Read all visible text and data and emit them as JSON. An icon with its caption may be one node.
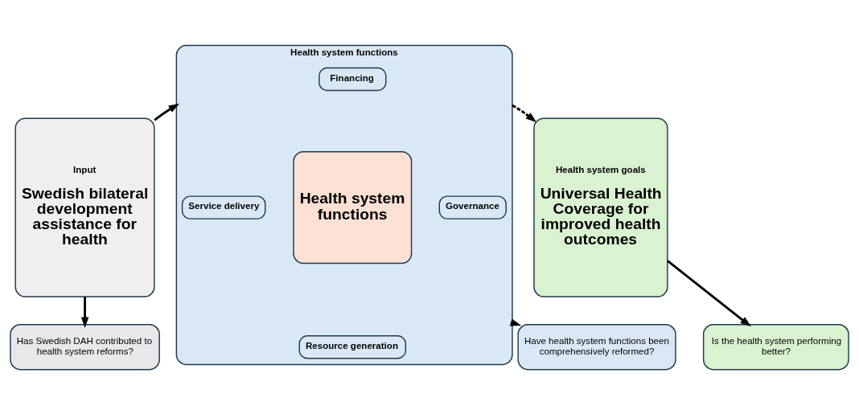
{
  "diagram": {
    "nodes": [
      {
        "text": [
          "Input",
          "Swedish bilateral development assistance for health"
        ]
      },
      {
        "text": [
          "Health system functions"
        ]
      },
      {
        "text": [
          "Financing"
        ],
        "in": 1
      },
      {
        "text": [
          "Service delivery"
        ],
        "in": 1
      },
      {
        "text": [
          "Health system functions"
        ],
        "in": 1
      },
      {
        "text": [
          "Governance"
        ],
        "in": 1
      },
      {
        "text": [
          "Resource generation"
        ],
        "in": 1
      },
      {
        "text": [
          "Health system goals",
          "Universal Health Coverage for improved health outcomes"
        ]
      },
      {
        "text": [
          "Has Swedish DAH contributed to health system reforms?"
        ]
      },
      {
        "text": [
          "Have health system functions been comprehensively reformed?"
        ]
      },
      {
        "text": [
          "Is the health system performing better?"
        ]
      }
    ],
    "edges": [
      {
        "from": 0,
        "to": 1,
        "arrow": "to"
      },
      {
        "from": 1,
        "to": 7,
        "arrow": "to",
        "style": "dashed"
      },
      {
        "from": 0,
        "to": 8,
        "arrow": "to"
      },
      {
        "from": 1,
        "to": 9,
        "arrow": "to"
      },
      {
        "from": 7,
        "to": 10,
        "arrow": "to"
      }
    ]
  }
}
